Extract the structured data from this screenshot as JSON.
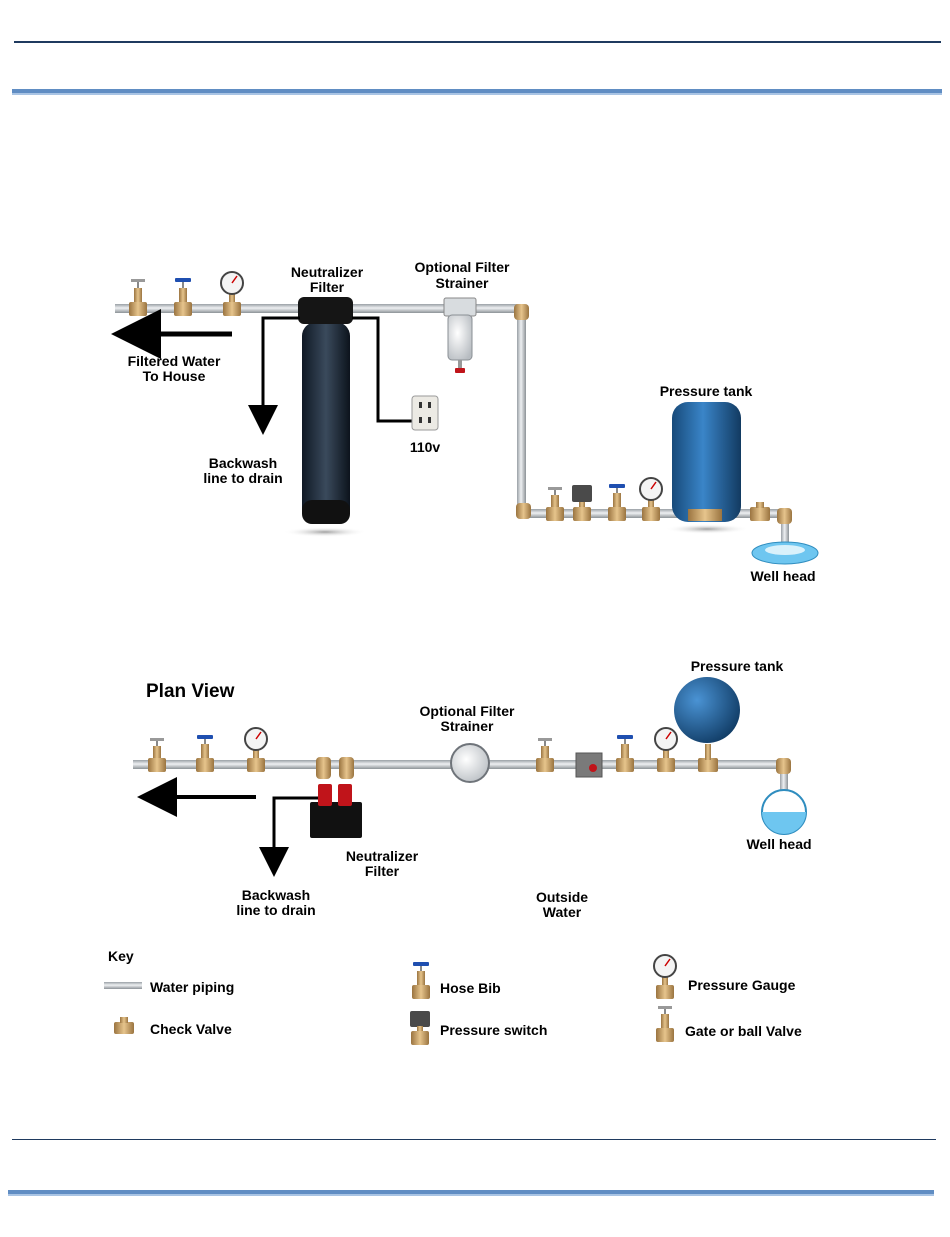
{
  "colors": {
    "header_rule": "#1f3a5f",
    "blue_band": "#4f81bd",
    "pipe": "#c9cdd2",
    "brass": "#c8a265",
    "tank_blue": "#1f5f9a",
    "neutralizer": "#1c2a3b",
    "water": "#6ec6f0",
    "switch_red": "#c0141a"
  },
  "elevation_view": {
    "neutralizer_label_1": "Neutralizer",
    "neutralizer_label_2": "Filter",
    "strainer_label_1": "Optional Filter",
    "strainer_label_2": "Strainer",
    "filtered_label_1": "Filtered Water",
    "filtered_label_2": "To House",
    "backwash_label_1": "Backwash",
    "backwash_label_2": "line to drain",
    "outlet_label": "110v",
    "pressure_tank_label": "Pressure tank",
    "well_head_label": "Well head"
  },
  "plan_view": {
    "title": "Plan View",
    "strainer_label_1": "Optional Filter",
    "strainer_label_2": "Strainer",
    "pressure_tank_label": "Pressure tank",
    "well_head_label": "Well head",
    "neutralizer_label_1": "Neutralizer",
    "neutralizer_label_2": "Filter",
    "backwash_label_1": "Backwash",
    "backwash_label_2": "line to drain",
    "outside_label_1": "Outside",
    "outside_label_2": "Water"
  },
  "key": {
    "title": "Key",
    "water_piping": "Water piping",
    "check_valve": "Check Valve",
    "hose_bib": "Hose Bib",
    "pressure_switch": "Pressure switch",
    "pressure_gauge": "Pressure Gauge",
    "gate_valve": "Gate or ball Valve"
  }
}
